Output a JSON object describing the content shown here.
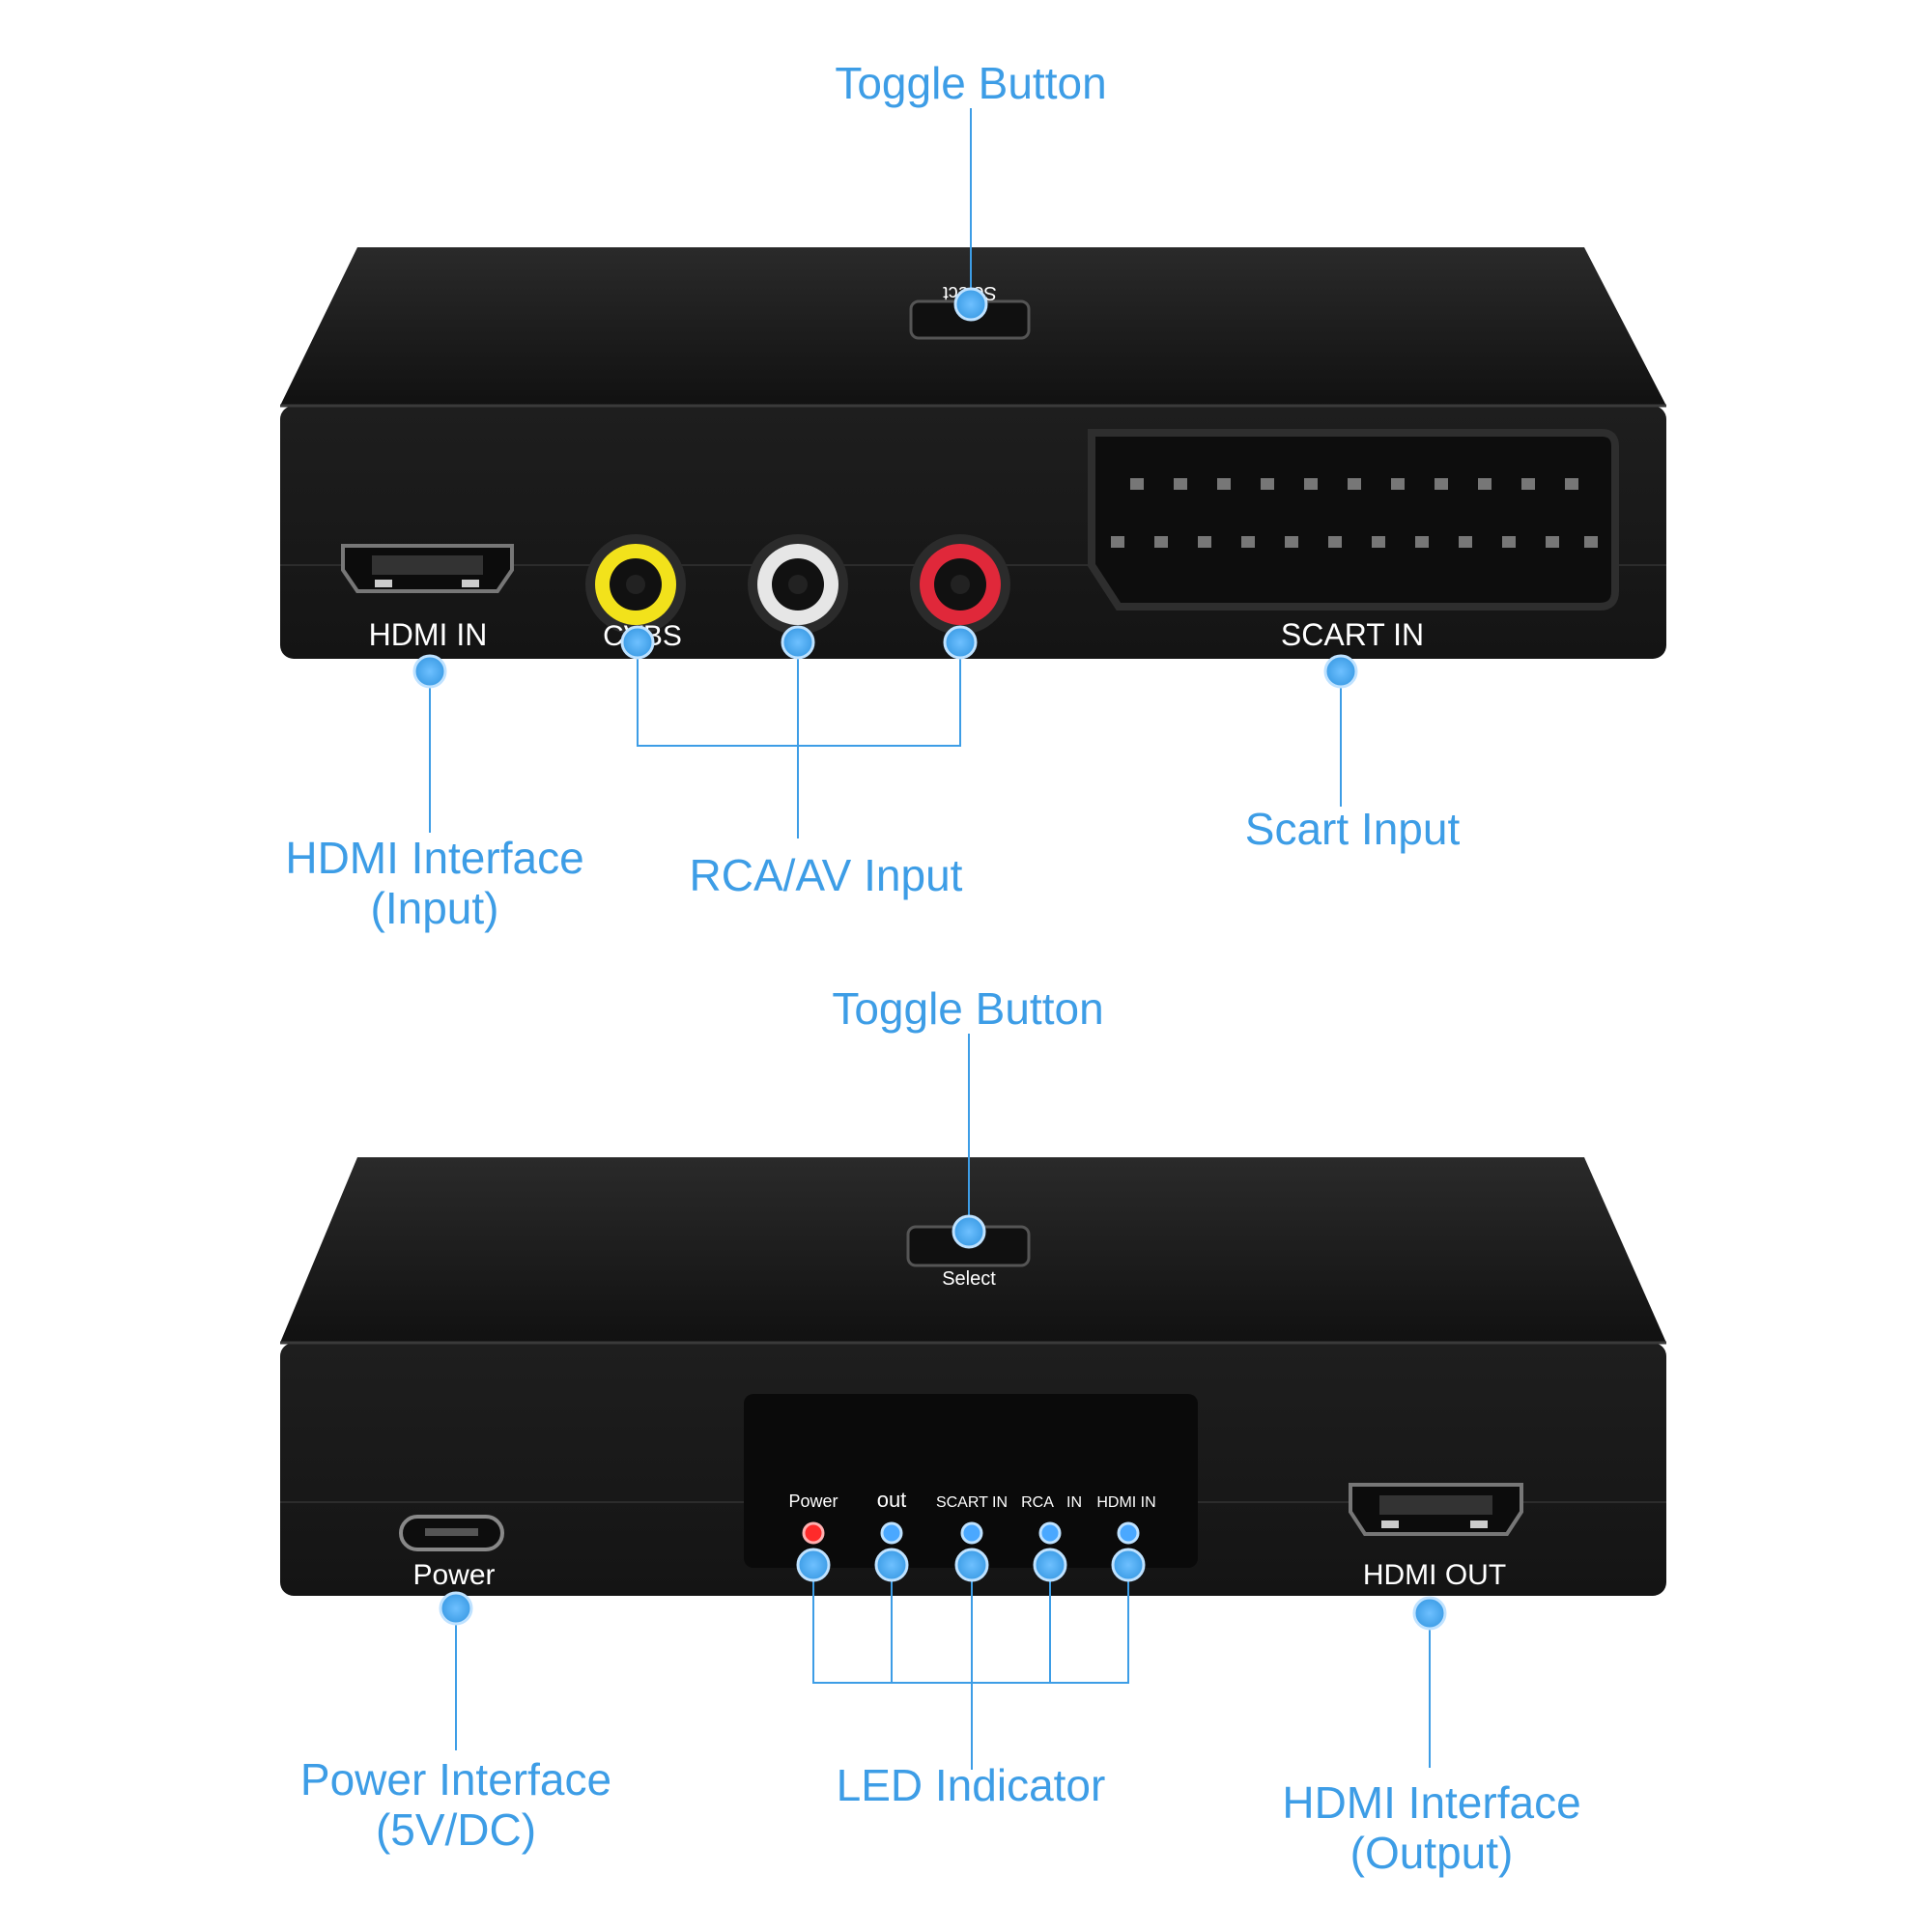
{
  "top_device": {
    "button_text_mirrored": "Select",
    "ports": {
      "hdmi_in": "HDMI IN",
      "cvbs": "CVBS",
      "scart_in": "SCART IN"
    },
    "callouts": {
      "toggle": "Toggle Button",
      "hdmi_line1": "HDMI Interface",
      "hdmi_line2": "(Input)",
      "rca": "RCA/AV Input",
      "scart": "Scart  Input"
    }
  },
  "bottom_device": {
    "button_text": "Select",
    "ports": {
      "power": "Power",
      "hdmi_out": "HDMI OUT"
    },
    "led_labels": {
      "power": "Power",
      "out": "out",
      "scart_in": "SCART IN",
      "rca": "RCA",
      "in": "IN",
      "hdmi_in": "HDMI IN"
    },
    "callouts": {
      "toggle": "Toggle Button",
      "power_line1": "Power Interface",
      "power_line2": "(5V/DC)",
      "led": "LED Indicator",
      "hdmi_line1": "HDMI Interface",
      "hdmi_line2": "(Output)"
    }
  },
  "colors": {
    "accent": "#3d9de6",
    "device_body": "#1b1b1b",
    "led_power": "#ff2a2a",
    "led_blue": "#4aa8ff"
  }
}
